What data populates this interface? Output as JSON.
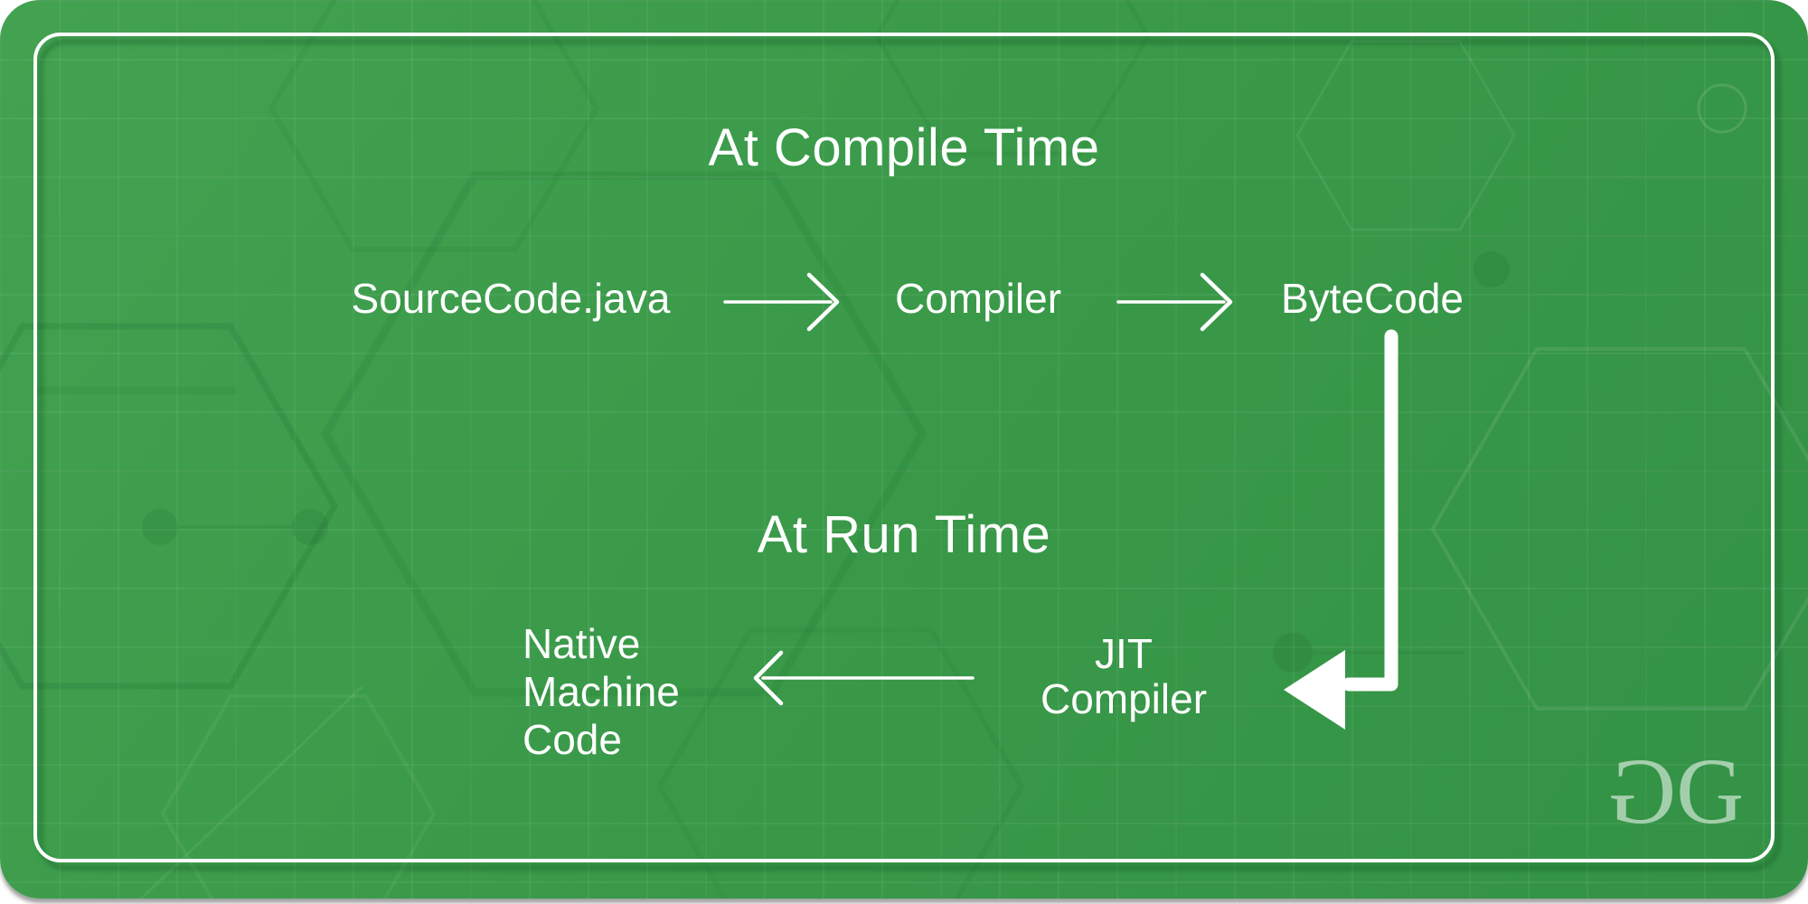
{
  "diagram": {
    "compile_time": {
      "title": "At Compile Time",
      "nodes": [
        {
          "id": "sourcecode",
          "label": "SourceCode.java"
        },
        {
          "id": "compiler",
          "label": "Compiler"
        },
        {
          "id": "bytecode",
          "label": "ByteCode"
        }
      ],
      "edges": [
        {
          "from": "SourceCode.java",
          "to": "Compiler",
          "style": "right-arrow"
        },
        {
          "from": "Compiler",
          "to": "ByteCode",
          "style": "right-arrow"
        }
      ]
    },
    "run_time": {
      "title": "At Run Time",
      "nodes": [
        {
          "id": "native-machine-code",
          "lines": [
            "Native",
            "Machine",
            "Code"
          ]
        },
        {
          "id": "jit-compiler",
          "lines": [
            "JIT",
            "Compiler"
          ]
        }
      ],
      "edges": [
        {
          "from": "ByteCode",
          "to": "JIT Compiler",
          "style": "down-then-left-solid-arrow"
        },
        {
          "from": "JIT Compiler",
          "to": "Native Machine Code",
          "style": "left-arrow"
        }
      ]
    },
    "watermark": {
      "letters": [
        "G",
        "G"
      ]
    }
  },
  "colors": {
    "card_green": "#3a9a49",
    "card_green_light": "#42a251",
    "card_green_dark": "#339245",
    "text": "#ffffff",
    "border": "#ffffff",
    "watermark_green": "#a9d4ae",
    "page_background": "#ffffff"
  }
}
